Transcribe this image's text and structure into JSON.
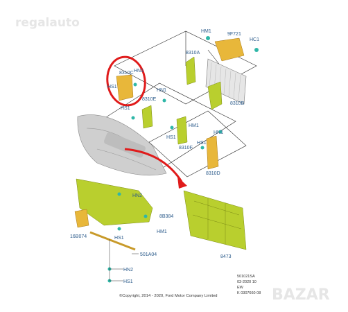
{
  "watermark": "regalauto",
  "watermark_corner": "BAZAR",
  "labels": {
    "hm1_top": "HM1",
    "f721": "9F721",
    "hc1": "HC1",
    "a8310": "8310A",
    "c8310": "8310C",
    "hs1_c": "HS1",
    "hn1_c": "HN1",
    "hn1_e": "HN1",
    "e8310": "8310E",
    "hs1_e": "HS1",
    "b8310": "8310B",
    "hm1_mid": "HM1",
    "hs1_f": "HS1",
    "hn1_d": "HN1",
    "hs1_d": "HS1",
    "f8310": "8310F",
    "d8310": "8310D",
    "hn2_a": "HN2",
    "b384": "8B384",
    "hm1_low": "HM1",
    "b074": "16B074",
    "hs1_low": "HS1",
    "a04": "501A04",
    "hn2_b": "HN2",
    "hs1_bot": "HS1",
    "p8473": "8473"
  },
  "doc_ref": {
    "line1": "501021SA",
    "line2": "03-2020 10",
    "line3": "EW",
    "line4": "K 0307660 08"
  },
  "copyright": "©Copyright, 2014 - 2020, Ford Motor Company Limited",
  "colors": {
    "part_yellow": "#e8b73a",
    "part_green": "#b9cf2e",
    "fastener_teal": "#2fb7a8",
    "highlight_red": "#e01b1b",
    "label_blue": "#2a5a8a"
  }
}
